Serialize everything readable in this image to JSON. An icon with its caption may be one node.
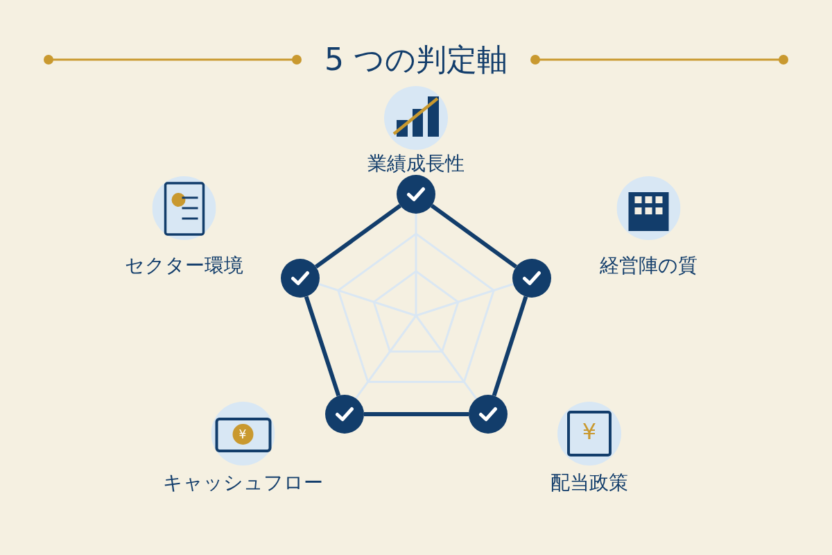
{
  "diagram": {
    "title": "5 つの判定軸",
    "nodes": [
      {
        "text": [
          "業績成長性"
        ]
      },
      {
        "text": [
          "セクター環境"
        ]
      },
      {
        "text": [
          "経営陣の質"
        ]
      },
      {
        "text": [
          "キャッシュフロー"
        ]
      },
      {
        "text": [
          "配当政策"
        ]
      },
      {
        "text": [],
        "shape": "circle"
      },
      {
        "text": [],
        "shape": "circle"
      },
      {
        "text": [],
        "shape": "circle"
      },
      {
        "text": [],
        "shape": "circle"
      },
      {
        "text": [],
        "shape": "circle"
      }
    ],
    "edges": [
      {
        "from": 5,
        "to": 6,
        "arrow": "none"
      },
      {
        "from": 6,
        "to": 7,
        "arrow": "none"
      },
      {
        "from": 7,
        "to": 8,
        "arrow": "none"
      },
      {
        "from": 8,
        "to": 9,
        "arrow": "none"
      },
      {
        "from": 9,
        "to": 5,
        "arrow": "none"
      }
    ],
    "labels": [
      "¥",
      "¥"
    ]
  }
}
